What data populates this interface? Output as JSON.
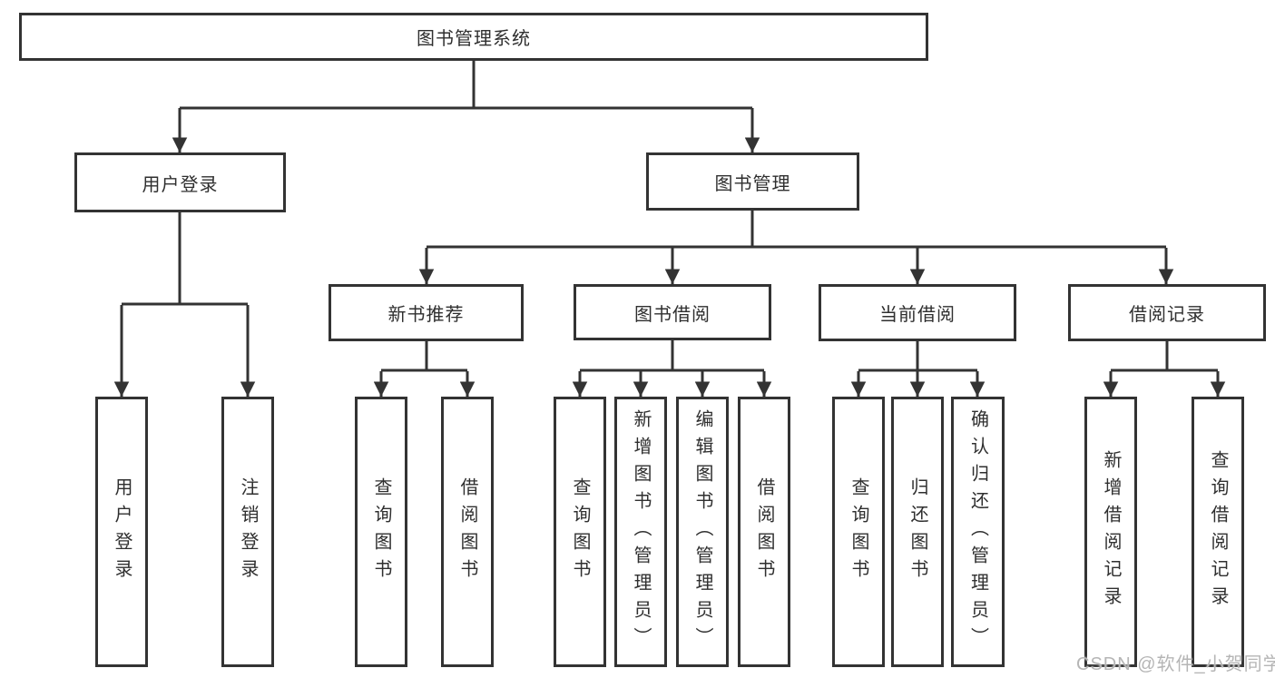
{
  "colors": {
    "line": "#333333",
    "box_border": "#333333",
    "text": "#2f2f2f",
    "background": "#ffffff",
    "watermark": "#b5b5b5"
  },
  "watermark": {
    "text": "CSDN @软件_小贺同学"
  },
  "tree": {
    "label": "图书管理系统",
    "children": [
      {
        "label": "用户登录",
        "children": [
          {
            "label": "用户登录"
          },
          {
            "label": "注销登录"
          }
        ]
      },
      {
        "label": "图书管理",
        "children": [
          {
            "label": "新书推荐",
            "children": [
              {
                "label": "查询图书"
              },
              {
                "label": "借阅图书"
              }
            ]
          },
          {
            "label": "图书借阅",
            "children": [
              {
                "label": "查询图书"
              },
              {
                "label": "新增图书（管理员）"
              },
              {
                "label": "编辑图书（管理员）"
              },
              {
                "label": "借阅图书"
              }
            ]
          },
          {
            "label": "当前借阅",
            "children": [
              {
                "label": "查询图书"
              },
              {
                "label": "归还图书"
              },
              {
                "label": "确认归还（管理员）"
              }
            ]
          },
          {
            "label": "借阅记录",
            "children": [
              {
                "label": "新增借阅记录"
              },
              {
                "label": "查询借阅记录"
              }
            ]
          }
        ]
      }
    ]
  }
}
